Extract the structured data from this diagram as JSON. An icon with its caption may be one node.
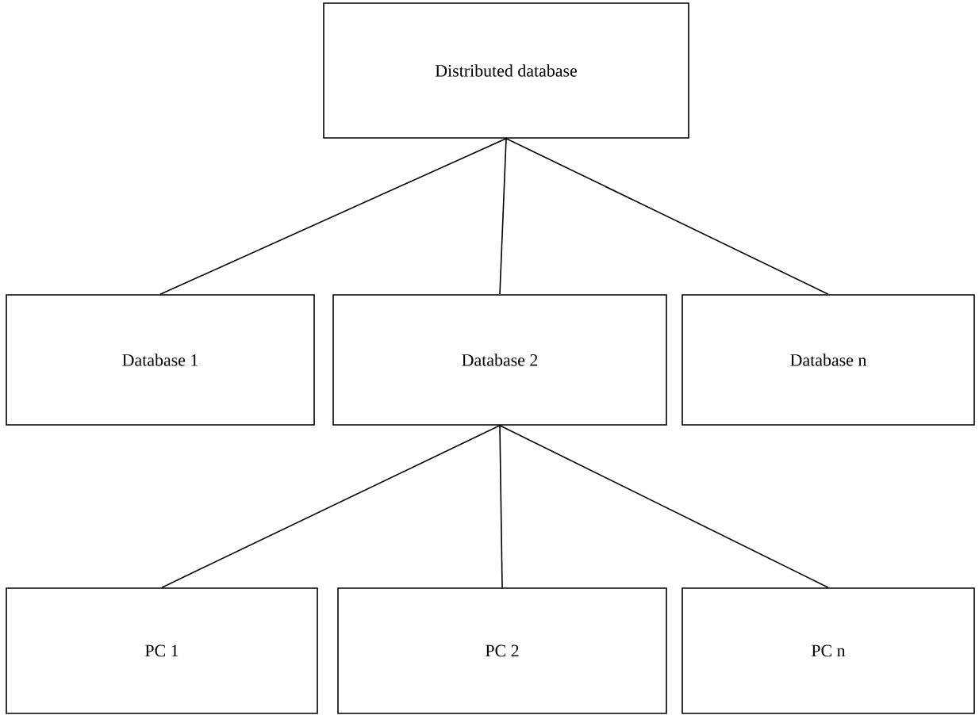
{
  "diagram": {
    "nodes": [
      {
        "text": [
          "Distributed database"
        ]
      },
      {
        "text": [
          "Database 1"
        ]
      },
      {
        "text": [
          "Database 2"
        ]
      },
      {
        "text": [
          "Database n"
        ]
      },
      {
        "text": [
          "PC 1"
        ]
      },
      {
        "text": [
          "PC 2"
        ]
      },
      {
        "text": [
          "PC n"
        ]
      }
    ],
    "edges": [
      {
        "from": 0,
        "to": 1,
        "arrow": "none"
      },
      {
        "from": 0,
        "to": 2,
        "arrow": "none"
      },
      {
        "from": 0,
        "to": 3,
        "arrow": "none"
      },
      {
        "from": 2,
        "to": 4,
        "arrow": "none"
      },
      {
        "from": 2,
        "to": 5,
        "arrow": "none"
      },
      {
        "from": 2,
        "to": 6,
        "arrow": "none"
      }
    ]
  }
}
